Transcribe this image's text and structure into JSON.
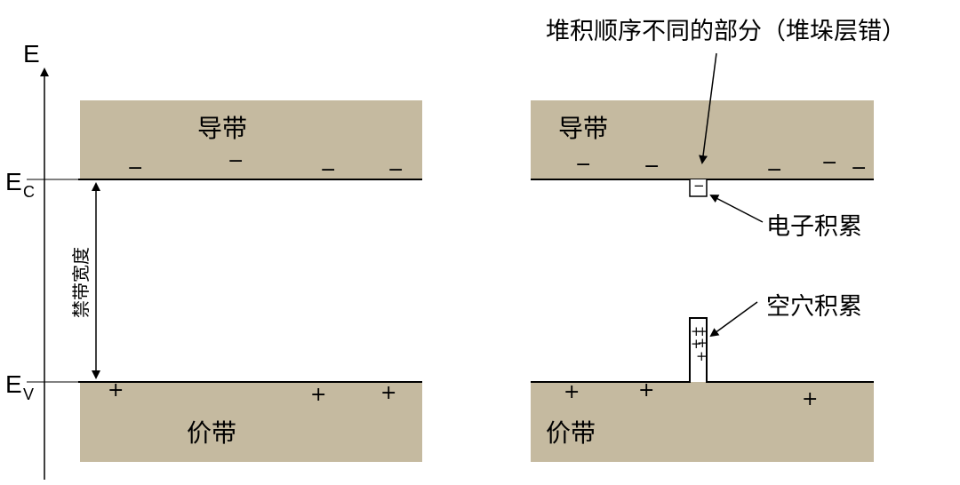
{
  "axis": {
    "energy": "E",
    "ec_main": "E",
    "ec_sub": "C",
    "ev_main": "E",
    "ev_sub": "V"
  },
  "bands": {
    "conduction": "导带",
    "valence": "价带"
  },
  "band_gap": "禁带宽度",
  "annotations": {
    "stacking_fault": "堆积顺序不同的部分（堆垛层错）",
    "electron_accumulation": "电子积累",
    "hole_accumulation": "空穴积累"
  },
  "symbols": {
    "electron": "−",
    "hole": "+"
  },
  "colors": {
    "band_fill": "#c5baa0",
    "line": "#000000",
    "background": "#ffffff"
  }
}
